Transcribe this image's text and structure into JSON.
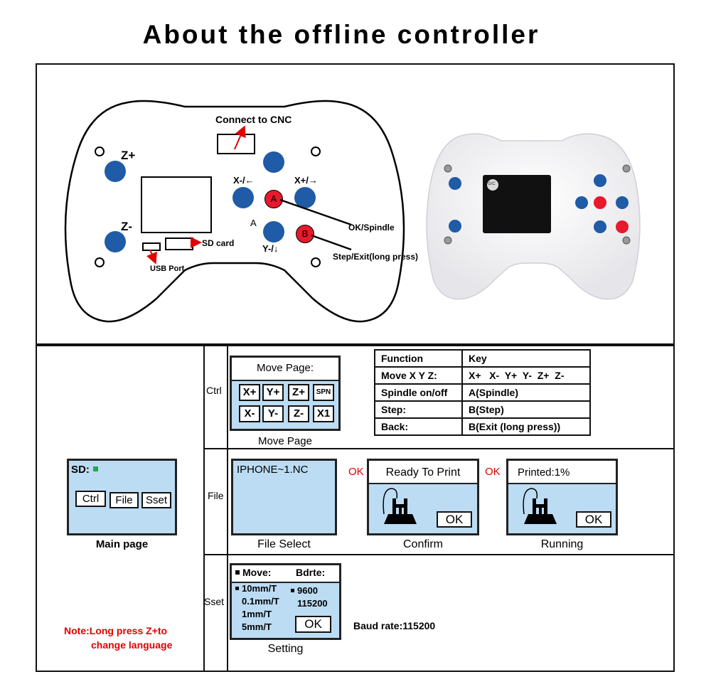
{
  "title": "About the offline controller",
  "diagram": {
    "connect": "Connect to CNC",
    "zplus": "Z+",
    "zminus": "Z-",
    "xminus": "X-/←",
    "xplus": "X+/→",
    "yminus": "Y-/↓",
    "a_side": "A",
    "a_btn": "A",
    "b_btn": "B",
    "ok_spindle": "OK/Spindle",
    "step_exit": "Step/Exit(long press)",
    "sd_card": "SD card",
    "usb_port": "USB Port",
    "photo_screen_text": "G/C"
  },
  "main_page": {
    "sd": "SD:",
    "buttons": [
      "Ctrl",
      "File",
      "Sset"
    ],
    "caption": "Main page",
    "note_line1": "Note:Long press Z+to",
    "note_line2": "change language"
  },
  "ctrl": {
    "label": "Ctrl",
    "screen_title": "Move Page:",
    "keys_row1": [
      "X+",
      "Y+",
      "Z+",
      "SPN"
    ],
    "keys_row2": [
      "X-",
      "Y-",
      "Z-",
      "X1"
    ],
    "caption": "Move Page",
    "table": [
      [
        "Function",
        "Key"
      ],
      [
        "Move X Y Z:",
        "X+   X-  Y+  Y-  Z+  Z-"
      ],
      [
        "Spindle on/off",
        "A(Spindle)"
      ],
      [
        "Step:",
        "B(Step)"
      ],
      [
        "Back:",
        "B(Exit (long press))"
      ]
    ]
  },
  "file": {
    "label": "File",
    "filename": "IPHONE~1.NC",
    "ok1": "OK",
    "ok2": "OK",
    "select_caption": "File Select",
    "confirm_title": "Ready To Print",
    "confirm_btn": "OK",
    "confirm_caption": "Confirm",
    "running_title": "Printed:1%",
    "running_btn": "OK",
    "running_caption": "Running"
  },
  "sset": {
    "label": "Sset",
    "move_head": "Move:",
    "bdrte_head": "Bdrte:",
    "move_opts": [
      "10mm/T",
      "0.1mm/T",
      "1mm/T",
      "5mm/T"
    ],
    "baud_opts": [
      "9600",
      "115200"
    ],
    "ok_btn": "OK",
    "caption": "Setting",
    "baud_note": "Baud rate:115200"
  },
  "colors": {
    "button_blue": "#1f5ba6",
    "button_red": "#e8192c",
    "lcd_blue": "#bcdcf4",
    "note_red": "#e00000"
  }
}
